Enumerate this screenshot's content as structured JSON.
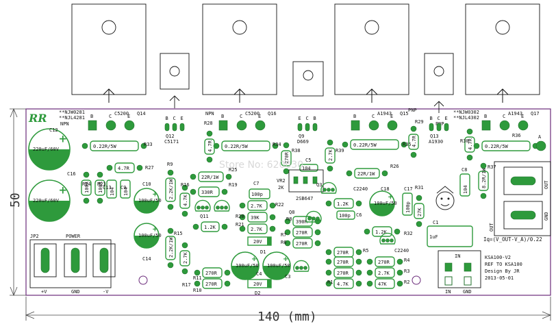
{
  "board": {
    "dim_width": "140 (mm)",
    "dim_height": "50",
    "logo": "RR",
    "watermark": "Store No: 620030",
    "info": [
      "KSA100-V2",
      "REF TO KSA100",
      "Design By JR",
      "2013-05-01"
    ],
    "iq_formula": "Iq=(V_OUT-V_A)/0.22"
  },
  "transistors_top": [
    {
      "ref": "Q14",
      "note1": "**NJW0281",
      "note2": "**NJL4281",
      "type": "NPN",
      "pins": [
        "B",
        "C",
        "E"
      ],
      "part": "C5200"
    },
    {
      "ref": "Q16",
      "type": "NPN",
      "pins": [
        "B",
        "C",
        "E"
      ],
      "part": "C5200"
    },
    {
      "ref": "Q15",
      "type": "PNP",
      "pins": [
        "B",
        "C",
        "E"
      ],
      "part": "A1943"
    },
    {
      "ref": "Q17",
      "note1": "**NJW0302",
      "note2": "**NJL4302",
      "type": "PNP",
      "pins": [
        "B",
        "C",
        "E"
      ],
      "part": "A1943"
    }
  ],
  "small_transistors": [
    {
      "ref": "Q12",
      "part": "C5171",
      "pins": [
        "B",
        "C",
        "E"
      ]
    },
    {
      "ref": "Q9",
      "part": "D669",
      "pins": [
        "E",
        "C",
        "B"
      ]
    },
    {
      "ref": "Q13",
      "part": "A1930",
      "pins": [
        "B",
        "C",
        "E"
      ]
    }
  ],
  "resistors": [
    {
      "ref": "R33",
      "value": "0.22R/5W"
    },
    {
      "ref": "R34",
      "value": "0.22R/5W"
    },
    {
      "ref": "R35",
      "value": "0.22R/5W"
    },
    {
      "ref": "R36",
      "value": "0.22R/5W"
    },
    {
      "ref": "R27",
      "value": "4.7R"
    },
    {
      "ref": "R28",
      "value": "4.7R"
    },
    {
      "ref": "R29",
      "value": "4.7R"
    },
    {
      "ref": "R30",
      "value": "4.7R"
    },
    {
      "ref": "R25",
      "value": "22R/1W"
    },
    {
      "ref": "R26",
      "value": "22R/1W"
    },
    {
      "ref": "R37",
      "value": "8.2R/1W"
    },
    {
      "ref": "R38",
      "value": "270R"
    },
    {
      "ref": "R39",
      "value": "2.7K"
    },
    {
      "ref": "R19",
      "value": "330R"
    },
    {
      "ref": "R22",
      "value": "2.7K"
    },
    {
      "ref": "R20",
      "value": "39K"
    },
    {
      "ref": "R21",
      "value": "2.7K"
    },
    {
      "ref": "R9",
      "value": "2.2K/1W"
    },
    {
      "ref": "R15",
      "value": "2.2K/1W"
    },
    {
      "ref": "R16",
      "value": "4.7K"
    },
    {
      "ref": "R17",
      "value": "2.7K"
    },
    {
      "ref": "R11",
      "value": "270R"
    },
    {
      "ref": "R10",
      "value": "270R"
    },
    {
      "ref": "R24",
      "value": "100R"
    },
    {
      "ref": "R23",
      "value": "100R"
    },
    {
      "ref": "R31",
      "value": "27K"
    },
    {
      "ref": "R32",
      "value": "1.2K"
    },
    {
      "ref": "R8",
      "value": "390R"
    },
    {
      "ref": "R7",
      "value": "270R"
    },
    {
      "ref": "R6",
      "value": "270R"
    },
    {
      "ref": "R5",
      "value": "270R"
    },
    {
      "ref": "R4",
      "value": "270R"
    },
    {
      "ref": "R3",
      "value": "2.7K"
    },
    {
      "ref": "R2",
      "value": "47K"
    },
    {
      "ref": "R1",
      "value": "4.7K"
    }
  ],
  "capacitors": [
    {
      "ref": "C12",
      "value": "220uF/60V"
    },
    {
      "ref": "C16",
      "value": "220uF/60V"
    },
    {
      "ref": "C10",
      "value": "100uF/50"
    },
    {
      "ref": "C14",
      "value": "100uF/50"
    },
    {
      "ref": "C18",
      "value": "100uF/50"
    },
    {
      "ref": "C4",
      "value": "100uF/50"
    },
    {
      "ref": "C3",
      "value": "100uF/50"
    },
    {
      "ref": "C7",
      "value": "100p"
    },
    {
      "ref": "C5",
      "value": "104"
    },
    {
      "ref": "C8",
      "value": "104"
    },
    {
      "ref": "C13",
      "value": "104"
    },
    {
      "ref": "C9",
      "value": "104"
    },
    {
      "ref": "C1",
      "value": "1uF"
    },
    {
      "ref": "C17",
      "value": "100p"
    },
    {
      "ref": "C6",
      "value": "100p"
    }
  ],
  "mid_parts": {
    "vr2": "VR2",
    "vr2_value": "2K",
    "vr2_part": "2SB647",
    "q3": "Q3",
    "q3_part": "C2240",
    "q1_part": "C2240",
    "zener_d1": "20V",
    "zener_d2": "20V",
    "d1": "D1",
    "d2": "D2",
    "q11": "Q11",
    "q11_value": "1.2K",
    "q8": "Q8",
    "q8_value": "1.2K"
  },
  "connectors": {
    "jp2": "JP2",
    "power": "POWER",
    "pins": [
      "+V",
      "GND",
      "-V"
    ],
    "in": "IN",
    "in_pins": [
      "IN",
      "GND"
    ],
    "out_top": "OUT",
    "out_bottom": "OUT",
    "gnd": "GND",
    "a": "A"
  }
}
